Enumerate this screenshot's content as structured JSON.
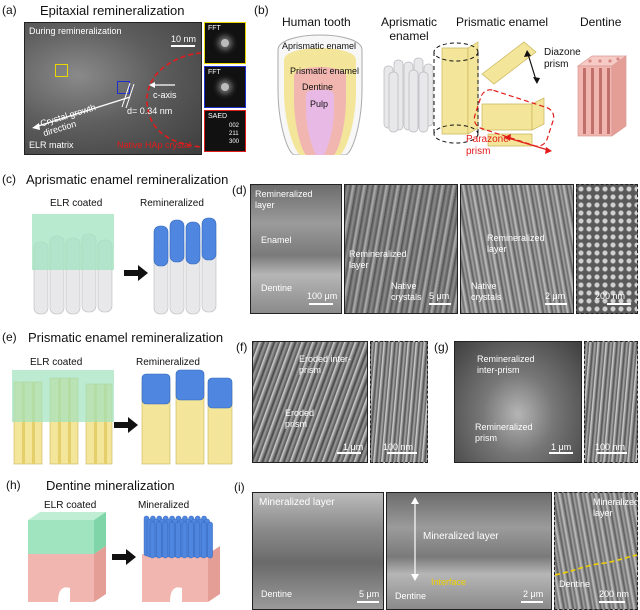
{
  "panel_a": {
    "label": "(a)",
    "title": "Epitaxial remineralization",
    "during": "During remineralization",
    "scale": "10 nm",
    "c_axis": "c-axis",
    "d_spacing": "d= 0.34 nm",
    "growth": "Crystal growth direction",
    "elr_matrix": "ELR matrix",
    "native": "Native HAp crystal",
    "fft1": "FFT",
    "fft2": "FFT",
    "saed": "SAED",
    "saed_001": "002",
    "saed_211": "211",
    "saed_300": "300"
  },
  "panel_b": {
    "label": "(b)",
    "human_tooth": "Human tooth",
    "aprismatic_title": "Aprismatic enamel",
    "prismatic_title": "Prismatic enamel",
    "dentine_title": "Dentine",
    "aprismatic_layer": "Aprismatic enamel",
    "prismatic_layer": "Prismatic enamel",
    "dentine_layer": "Dentine",
    "pulp": "Pulp",
    "diazone": "Diazone prism",
    "parazone": "Parazone prism"
  },
  "panel_c": {
    "label": "(c)",
    "title": "Aprismatic enamel remineralization",
    "elr": "ELR coated",
    "remin": "Remineralized"
  },
  "panel_d": {
    "label": "(d)",
    "img1_layer": "Remineralized layer",
    "img1_enamel": "Enamel",
    "img1_dentine": "Dentine",
    "img1_scale": "100 μm",
    "img2_layer": "Remineralized layer",
    "img2_native": "Native crystals",
    "img2_scale": "5 μm",
    "img3_layer": "Remineralized layer",
    "img3_native": "Native crystals",
    "img3_scale": "2 μm",
    "img4_scale": "200 nm"
  },
  "panel_e": {
    "label": "(e)",
    "title": "Prismatic enamel remineralization",
    "elr": "ELR coated",
    "remin": "Remineralized"
  },
  "panel_f": {
    "label": "(f)",
    "eroded_inter": "Eroded inter-prism",
    "eroded_prism": "Eroded prism",
    "scale1": "1 μm",
    "scale2": "100 nm"
  },
  "panel_g": {
    "label": "(g)",
    "remin_inter": "Remineralized inter-prism",
    "remin_prism": "Remineralized prism",
    "scale1": "1 μm",
    "scale2": "100 nm"
  },
  "panel_h": {
    "label": "(h)",
    "title": "Dentine mineralization",
    "elr": "ELR coated",
    "mineralized": "Mineralized"
  },
  "panel_i": {
    "label": "(i)",
    "img1_layer": "Mineralized layer",
    "img1_dentine": "Dentine",
    "img1_scale": "5 μm",
    "img2_layer": "Mineralized layer",
    "img2_interface": "Interface",
    "img2_dentine": "Dentine",
    "img2_scale": "2 μm",
    "img3_layer": "Mineralized layer",
    "img3_dentine": "Dentine",
    "img3_scale": "200 nm"
  },
  "colors": {
    "enamel_yellow": "#f3e59a",
    "elr_green": "#9fe3bf",
    "remin_blue": "#4f86e0",
    "dentine_pink": "#f1b6b0",
    "pulp_pink": "#e9b9e6",
    "highlight_red": "#e21b1b",
    "highlight_yellow": "#e8d700",
    "highlight_blue": "#1f2fd0",
    "interface_yellow": "#f0d000"
  }
}
